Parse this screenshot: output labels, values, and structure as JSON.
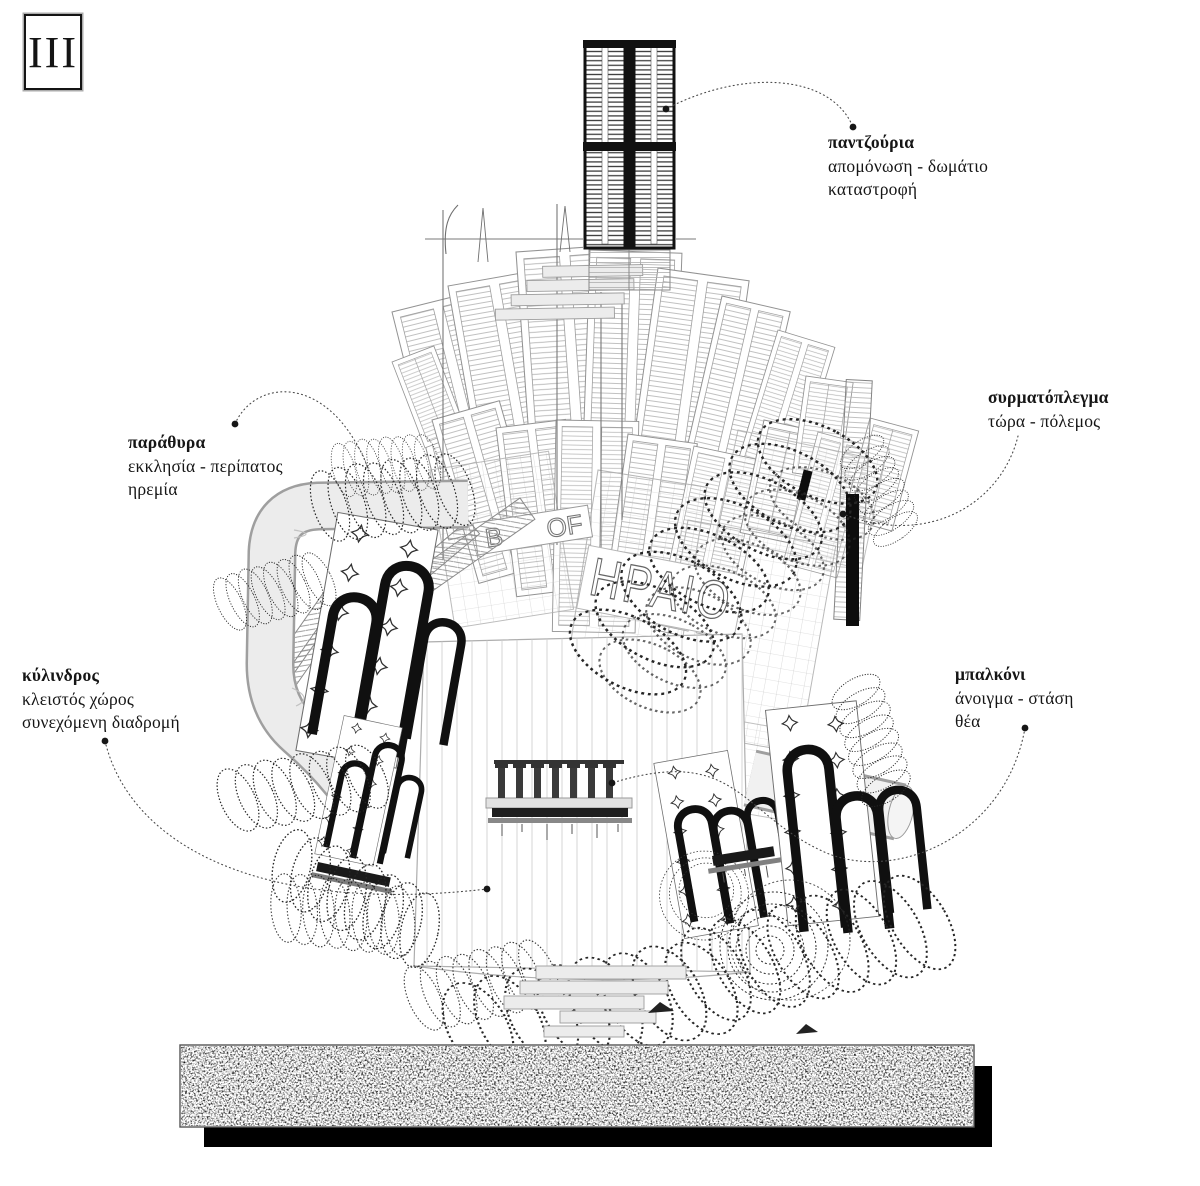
{
  "plate": {
    "numeral": "III"
  },
  "annotations": {
    "pantzouria": {
      "title": "παντζούρια",
      "line1": "απομόνωση - δωμάτιο",
      "line2": "καταστροφή"
    },
    "syrmatoplegma": {
      "title": "συρματόπλεγμα",
      "line1": "τώρα - πόλεμος",
      "line2": ""
    },
    "parathyra": {
      "title": "παράθυρα",
      "line1": "εκκλησία - περίπατος",
      "line2": "ηρεμία"
    },
    "kylindros": {
      "title": "κύλινδρος",
      "line1": "κλειστός χώρος",
      "line2": "συνεχόμενη διαδρομή"
    },
    "balkoni": {
      "title": "μπαλκόνι",
      "line1": "άνοιγμα - στάση",
      "line2": "θέα"
    }
  },
  "drawing": {
    "sign_left": "B",
    "sign_right": "OF",
    "frieze_text": "ΗΡΑΙΟ"
  },
  "colors": {
    "ink": "#111111",
    "line_light": "#9a9a9a",
    "pipe_fill": "#ececec",
    "paper": "#ffffff"
  }
}
